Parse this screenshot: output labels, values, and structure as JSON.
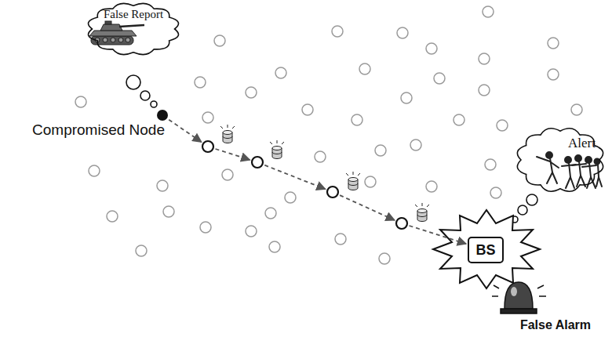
{
  "diagram": {
    "nodes": [
      {
        "text": [
          "False Report"
        ]
      },
      {
        "text": [
          "Compromised Node"
        ]
      },
      {
        "text": [
          "BS"
        ]
      },
      {
        "text": [
          "Alert"
        ]
      }
    ],
    "edges": [
      {
        "from": 1,
        "to": 2,
        "arrow": "to"
      }
    ],
    "labels": [
      "False Alarm"
    ]
  }
}
